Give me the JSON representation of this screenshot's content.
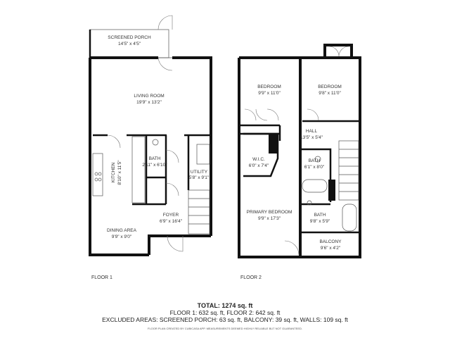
{
  "floor1": {
    "label": "FLOOR 1",
    "rooms": [
      {
        "name": "SCREENED PORCH",
        "dims": "14'5\" x 4'5\""
      },
      {
        "name": "LIVING ROOM",
        "dims": "19'9\" x 13'2\""
      },
      {
        "name": "KITCHEN",
        "dims": "8'10\" x 11'5\""
      },
      {
        "name": "BATH",
        "dims": "2'11\" x 6'10\""
      },
      {
        "name": "UTILITY",
        "dims": "5'8\" x 9'1\""
      },
      {
        "name": "FOYER",
        "dims": "6'9\" x 16'4\""
      },
      {
        "name": "DINING AREA",
        "dims": "9'9\" x 9'0\""
      }
    ]
  },
  "floor2": {
    "label": "FLOOR 2",
    "rooms": [
      {
        "name": "BEDROOM",
        "dims": "9'9\" x 11'0\""
      },
      {
        "name": "BEDROOM",
        "dims": "9'8\" x 11'0\""
      },
      {
        "name": "HALL",
        "dims": "13'5\" x 5'4\""
      },
      {
        "name": "W.I.C.",
        "dims": "6'0\" x 7'4\""
      },
      {
        "name": "BATH",
        "dims": "6'1\" x 8'0\""
      },
      {
        "name": "PRIMARY BEDROOM",
        "dims": "9'9\" x 17'3\""
      },
      {
        "name": "BATH",
        "dims": "9'8\" x 5'9\""
      },
      {
        "name": "BALCONY",
        "dims": "9'6\" x 4'2\""
      }
    ]
  },
  "summary": {
    "total": "TOTAL: 1274 sq. ft",
    "floors": "FLOOR 1: 632 sq. ft, FLOOR 2: 642 sq. ft",
    "excluded": "EXCLUDED AREAS: SCREENED PORCH: 63 sq. ft, BALCONY: 39 sq. ft, WALLS: 109 sq. ft",
    "disclaimer": "FLOOR PLAN CREATED BY CUBICASA APP. MEASUREMENTS DEEMED HIGHLY RELIABLE BUT NOT GUARANTEED."
  }
}
